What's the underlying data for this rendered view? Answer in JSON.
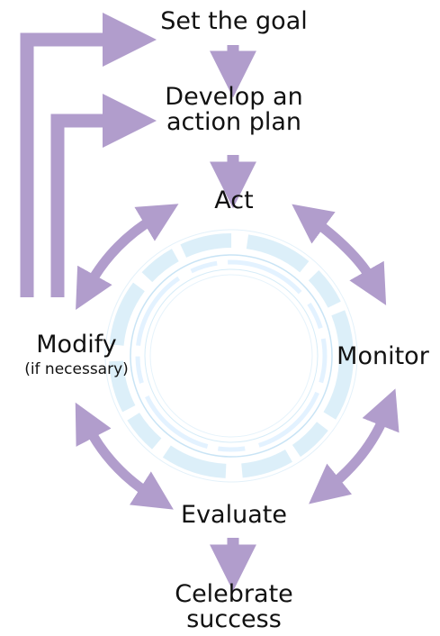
{
  "colors": {
    "arrow": "#b19dcc",
    "ring": "#d6ecf8",
    "ring_line": "#c9e4f5",
    "text": "#111111"
  },
  "steps": {
    "goal": "Set the goal",
    "plan_line1": "Develop an",
    "plan_line2": "action plan",
    "act": "Act",
    "monitor": "Monitor",
    "evaluate": "Evaluate",
    "modify": "Modify",
    "modify_note": "(if necessary)",
    "celebrate_line1": "Celebrate",
    "celebrate_line2": "success"
  }
}
